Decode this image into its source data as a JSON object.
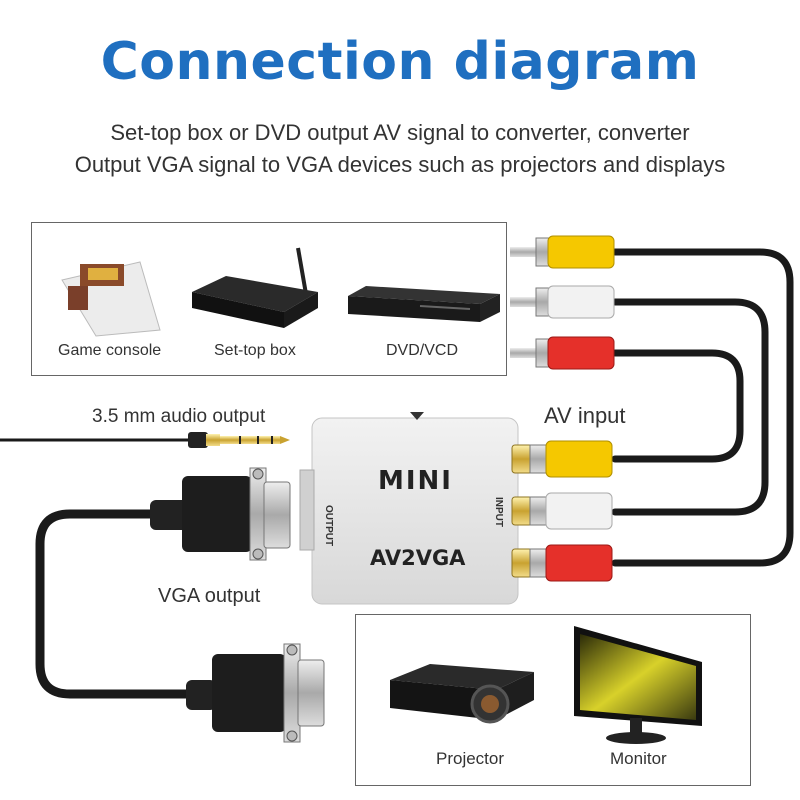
{
  "header": {
    "title": "Connection diagram",
    "subtitle_line1": "Set-top box or DVD output AV signal to converter, converter",
    "subtitle_line2": "Output VGA signal to VGA devices such as projectors and displays"
  },
  "sources": [
    {
      "label": "Game console",
      "icon": "game-console-icon"
    },
    {
      "label": "Set-top box",
      "icon": "set-top-box-icon"
    },
    {
      "label": "DVD/VCD",
      "icon": "dvd-player-icon"
    }
  ],
  "labels": {
    "audio_output": "3.5 mm audio output",
    "av_input": "AV input",
    "vga_output": "VGA output"
  },
  "converter": {
    "brand": "MINI",
    "model": "AV2VGA",
    "port_output": "OUTPUT",
    "port_input": "INPUT"
  },
  "outputs": [
    {
      "label": "Projector",
      "icon": "projector-icon"
    },
    {
      "label": "Monitor",
      "icon": "monitor-icon"
    }
  ],
  "colors": {
    "title": "#1f6fc0",
    "rca_yellow": "#f5c800",
    "rca_white": "#f2f2f2",
    "rca_red": "#e5302a",
    "cable": "#1a1a1a",
    "converter_body": "#e6e6e6"
  }
}
